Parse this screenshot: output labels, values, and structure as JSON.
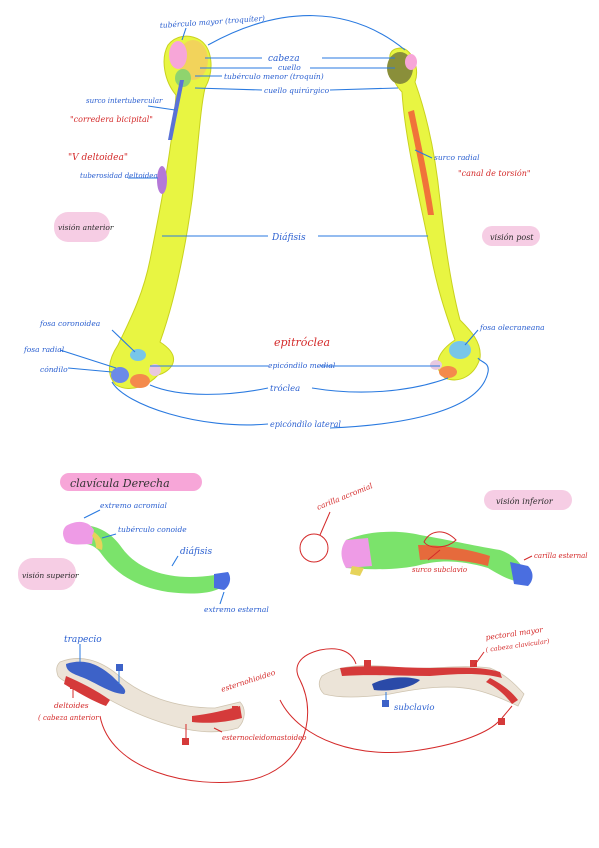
{
  "colors": {
    "bone_shaft": "#e8f542",
    "blue_ink": "#2a5fd0",
    "red_ink": "#d42a2a",
    "pink_pill": "#f6cde4",
    "magenta_pill": "#f7a6d8",
    "clav_green": "#7be36b",
    "clav_pink": "#ee9be6",
    "clav_blue": "#4a6ee0",
    "clav_bone": "#ece4d8",
    "muscle_red": "#d53a3a",
    "muscle_blue": "#3d62c8"
  },
  "humerus": {
    "labels": {
      "tuberculo_mayor": "tubérculo mayor (troquíter)",
      "cabeza": "cabeza",
      "cuello": "cuello",
      "tuberculo_menor": "tubérculo menor (troquín)",
      "cuello_quirurgico": "cuello quirúrgico",
      "surco_intertubercular": "surco intertubercular",
      "corredera_bicipital": "\"corredera bicipital\"",
      "v_deltoidea": "\"V deltoidea\"",
      "tuberosidad_deltoidea": "tuberosidad deltoidea",
      "vision_anterior": "visión anterior",
      "diafisis": "Diáfisis",
      "vision_post": "visión post",
      "surco_radial": "surco radial",
      "canal_torsion": "\"canal de torsión\"",
      "fosa_coronoidea": "fosa coronoidea",
      "fosa_radial": "fosa radial",
      "condilo": "cóndilo",
      "epitroclea": "epitróclea",
      "epicondilo_medial": "epicóndilo medial",
      "troclea": "tróclea",
      "epicondilo_lateral": "epicóndilo lateral",
      "fosa_olecraneana": "fosa olecraneana"
    }
  },
  "clavicula": {
    "title": "clavícula Derecha",
    "labels": {
      "extremo_acromial": "extremo acromial",
      "tuberculo_conoide": "tubérculo conoide",
      "diafisis": "diáfisis",
      "vision_superior": "visión superior",
      "extremo_esternal": "extremo esternal",
      "carilla_acromial": "carilla acromial",
      "vision_inferior": "visión inferior",
      "surco_subclavio": "surco subclavio",
      "carilla_esternal": "carilla esternal"
    }
  },
  "muscles": {
    "labels": {
      "trapecio": "trapecio",
      "deltoides": "deltoides",
      "deltoides_sub": "( cabeza anterior",
      "esternohioideo": "esternohioideo",
      "esternocleido": "esternocleidomastoideo",
      "pectoral_mayor": "pectoral mayor",
      "pectoral_sub": "( cabeza clavicular)",
      "subclavio": "subclavio"
    }
  }
}
